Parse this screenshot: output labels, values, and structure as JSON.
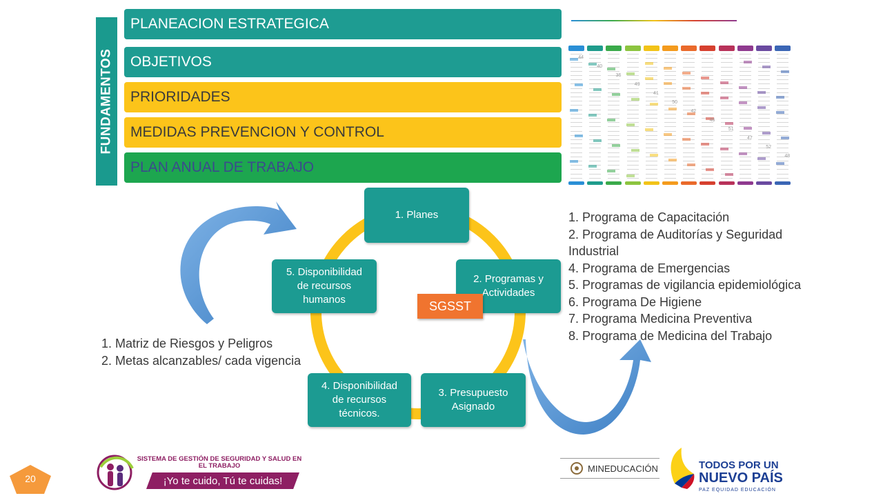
{
  "fundamentos": {
    "label": "FUNDAMENTOS",
    "bands": [
      {
        "label": "PLANEACION ESTRATEGICA",
        "color": "#1e9c92"
      },
      {
        "label": "OBJETIVOS",
        "color": "#1e9c92"
      },
      {
        "label": "PRIORIDADES",
        "color": "#fcc41a"
      },
      {
        "label": "MEDIDAS PREVENCION Y CONTROL",
        "color": "#fcc41a"
      },
      {
        "label": "PLAN ANUAL DE TRABAJO",
        "color": "#1da64f"
      }
    ]
  },
  "calendar": {
    "month_colors": [
      "#2a8fd6",
      "#1f9c8c",
      "#3aaa4a",
      "#8cc43f",
      "#f2c318",
      "#f49b1d",
      "#ea6a2b",
      "#d6402f",
      "#b8325a",
      "#8f3a8f",
      "#6a4aa0",
      "#3b66b5"
    ],
    "week_numbers": [
      "44",
      "40",
      "36",
      "49",
      "41",
      "50",
      "42",
      "46",
      "51",
      "47",
      "52",
      "48"
    ]
  },
  "cycle": {
    "center_label": "SGSST",
    "steps": [
      {
        "label": "1. Planes"
      },
      {
        "label": "2. Programas  y\nActividades"
      },
      {
        "label": "3. Presupuesto\nAsignado"
      },
      {
        "label": "4. Disponibilidad\nde recursos\ntécnicos."
      },
      {
        "label": "5. Disponibilidad\nde recursos\nhumanos"
      }
    ],
    "colors": {
      "ring": "#fcc41a",
      "box": "#1c9b92",
      "center": "#f0742f",
      "arrow": "#4a90d6"
    }
  },
  "left_list": [
    "1. Matriz de Riesgos y Peligros",
    "2. Metas alcanzables/ cada vigencia"
  ],
  "right_list": [
    "1. Programa de Capacitación",
    "2. Programa de Auditorías y Seguridad",
    "Industrial",
    "4. Programa de Emergencias",
    "5. Programas de vigilancia epidemiológica",
    "6.   Programa De Higiene",
    "7.   Programa Medicina Preventiva",
    "8.   Programa de Medicina del Trabajo"
  ],
  "footer": {
    "page_number": "20",
    "sgsst_title": "SISTEMA DE GESTIÓN DE SEGURIDAD Y SALUD EN EL TRABAJO",
    "slogan": "¡Yo te cuido, Tú te cuidas!",
    "mineducacion": "MINEDUCACIÓN",
    "todos_line1": "TODOS POR UN",
    "todos_line2": "NUEVO PAÍS",
    "todos_line3": "PAZ  EQUIDAD  EDUCACIÓN",
    "brand_color": "#8e1f63",
    "page_badge_color": "#f59a3c"
  }
}
